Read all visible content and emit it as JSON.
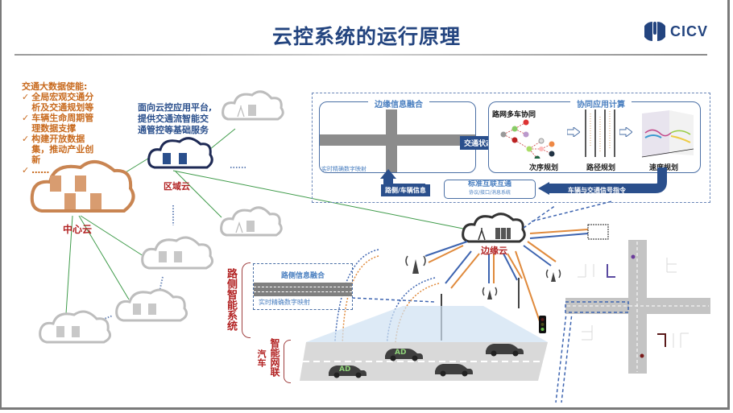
{
  "header": {
    "title": "云控系统的运行原理",
    "logo_text": "CICV"
  },
  "left_notes": {
    "heading": "交通大数据使能:",
    "items": [
      "全局宏观交通分析及交通规划等",
      "车辆生命周期管理数据支撑",
      "构建开放数据集，推动产业创新",
      "……"
    ],
    "check_glyph": "✓"
  },
  "regional_note": {
    "lines": [
      "面向云控应用平台,",
      "提供交通流智能交",
      "通管控等基础服务"
    ]
  },
  "clouds": {
    "center": "中心云",
    "regional": "区域云",
    "edge": "边缘云",
    "ellipsis": "……"
  },
  "top_panel": {
    "edge_fusion_title": "边缘信息融合",
    "edge_fusion_caption": "实时精确数字映射",
    "traffic_state": "交通状态",
    "coop_title": "协同应用计算",
    "multi_vehicle": "路网多车协同",
    "steps": [
      "次序规划",
      "路径规划",
      "速度规划"
    ],
    "roadside_info": "路侧/车辆信息",
    "standard_title": "标准互联互通",
    "standard_sub": "协议/接口/消息系统",
    "commands": "车辆与交通信号指令"
  },
  "roadside": {
    "system_label": "路侧智能系统",
    "fusion_title": "路侧信息融合",
    "fusion_caption": "实时精确数字映射"
  },
  "vehicles": {
    "label_a": "智能网联",
    "label_b": "汽车",
    "ad_badge": "AD"
  },
  "colors": {
    "brand_blue": "#23447f",
    "orange": "#c86a1e",
    "red": "#b22222",
    "link_green": "#3f9b4a",
    "arrow_orange": "#e08a3c",
    "arrow_blue": "#3d64b0"
  }
}
